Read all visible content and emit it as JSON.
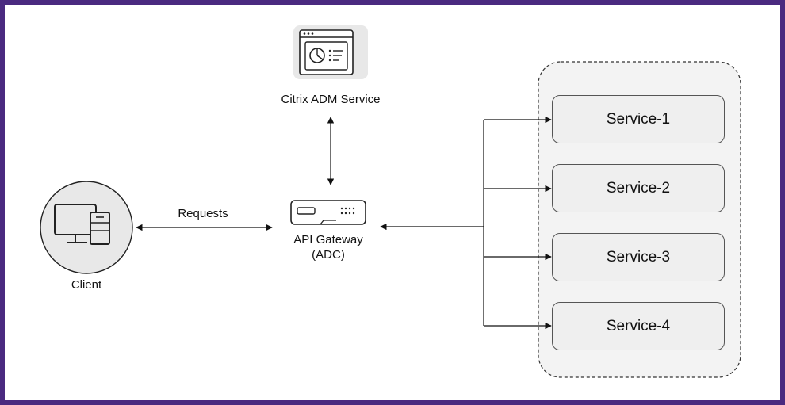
{
  "nodes": {
    "adm_service": {
      "label": "Citrix ADM Service",
      "icon": "dashboard-window-icon"
    },
    "api_gateway": {
      "label_line1": "API Gateway",
      "label_line2": "(ADC)",
      "icon": "appliance-icon"
    },
    "client": {
      "label": "Client",
      "icon": "computer-tower-icon"
    }
  },
  "edges": {
    "client_gateway": {
      "label": "Requests"
    }
  },
  "services": [
    {
      "label": "Service-1"
    },
    {
      "label": "Service-2"
    },
    {
      "label": "Service-3"
    },
    {
      "label": "Service-4"
    }
  ],
  "colors": {
    "frame_border": "#4a2a80",
    "icon_circle_fill": "#e8e8e8",
    "service_fill": "#efefef",
    "line": "#111111"
  }
}
